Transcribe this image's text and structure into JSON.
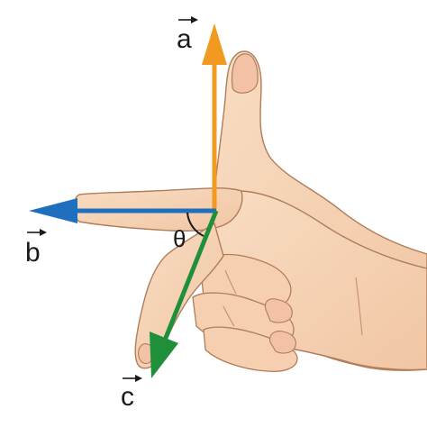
{
  "diagram": {
    "vectors": [
      {
        "id": "a",
        "label": "a",
        "color": "#f29a1f",
        "direction": "up"
      },
      {
        "id": "b",
        "label": "b",
        "color": "#1f6fbf",
        "direction": "left"
      },
      {
        "id": "c",
        "label": "c",
        "color": "#1f8f3a",
        "direction": "down-left"
      }
    ],
    "angle": {
      "label": "θ",
      "between": [
        "b",
        "c"
      ]
    },
    "colors": {
      "skin": "#f6d3b5",
      "skin_shadow": "#eab996",
      "outline": "#b07d5a",
      "nail": "#f3c2a6"
    }
  }
}
